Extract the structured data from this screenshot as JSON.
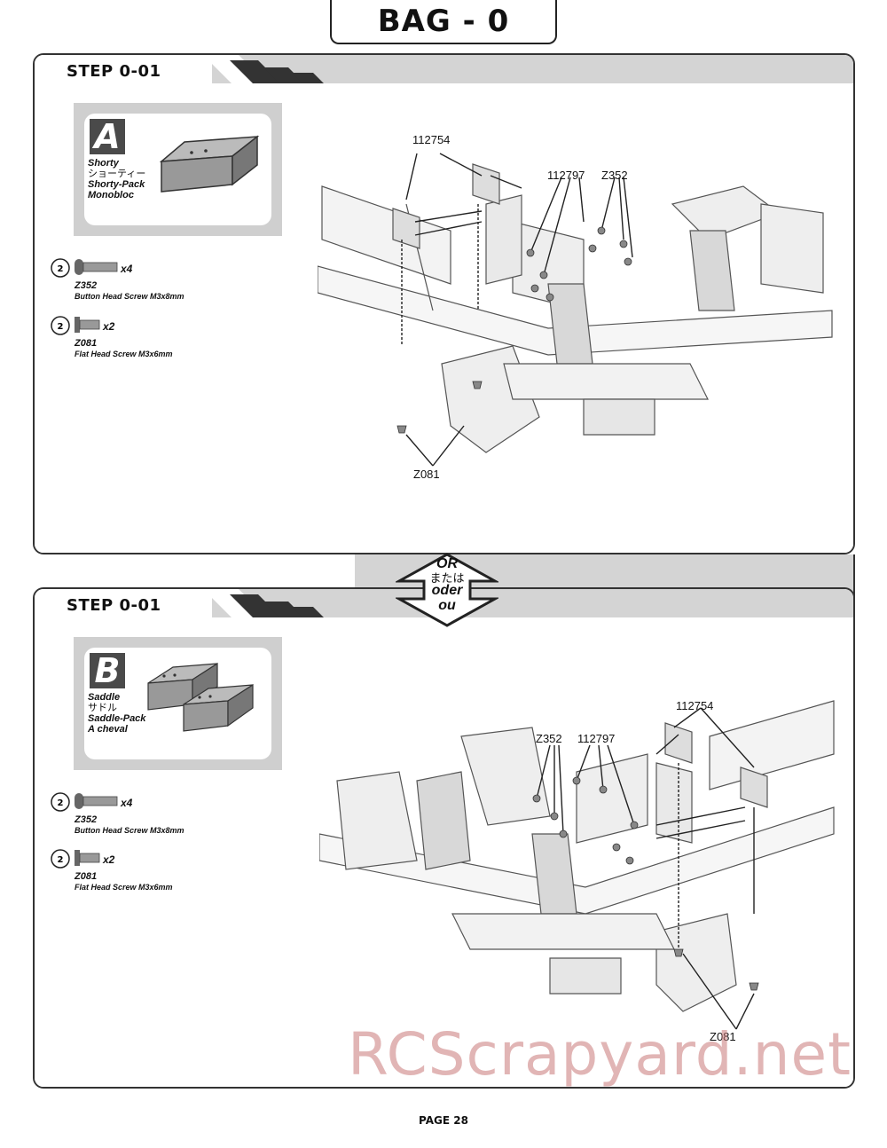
{
  "header": {
    "bag_title": "BAG - 0"
  },
  "steps": [
    {
      "title": "STEP 0-01",
      "battery": {
        "letter": "A",
        "names": [
          "Shorty",
          "ショーティー",
          "Shorty-Pack",
          "Monobloc"
        ]
      },
      "screws": [
        {
          "code": "Z352",
          "desc": "Button Head Screw M3x8mm",
          "qty": "x4",
          "tool": "2mm"
        },
        {
          "code": "Z081",
          "desc": "Flat Head Screw M3x6mm",
          "qty": "x2",
          "tool": "2mm"
        }
      ],
      "callouts": [
        "112754",
        "112797",
        "Z352",
        "Z081"
      ]
    },
    {
      "title": "STEP 0-01",
      "battery": {
        "letter": "B",
        "names": [
          "Saddle",
          "サドル",
          "Saddle-Pack",
          "A cheval"
        ]
      },
      "screws": [
        {
          "code": "Z352",
          "desc": "Button Head Screw M3x8mm",
          "qty": "x4",
          "tool": "2mm"
        },
        {
          "code": "Z081",
          "desc": "Flat Head Screw M3x6mm",
          "qty": "x2",
          "tool": "2mm"
        }
      ],
      "callouts": [
        "112754",
        "Z352",
        "112797",
        "Z081"
      ]
    }
  ],
  "or_sign": {
    "en": "OR",
    "jp": "または",
    "de": "oder",
    "fr": "ou"
  },
  "watermark": "RCScrapyard.net",
  "footer": {
    "page": "PAGE 28"
  }
}
